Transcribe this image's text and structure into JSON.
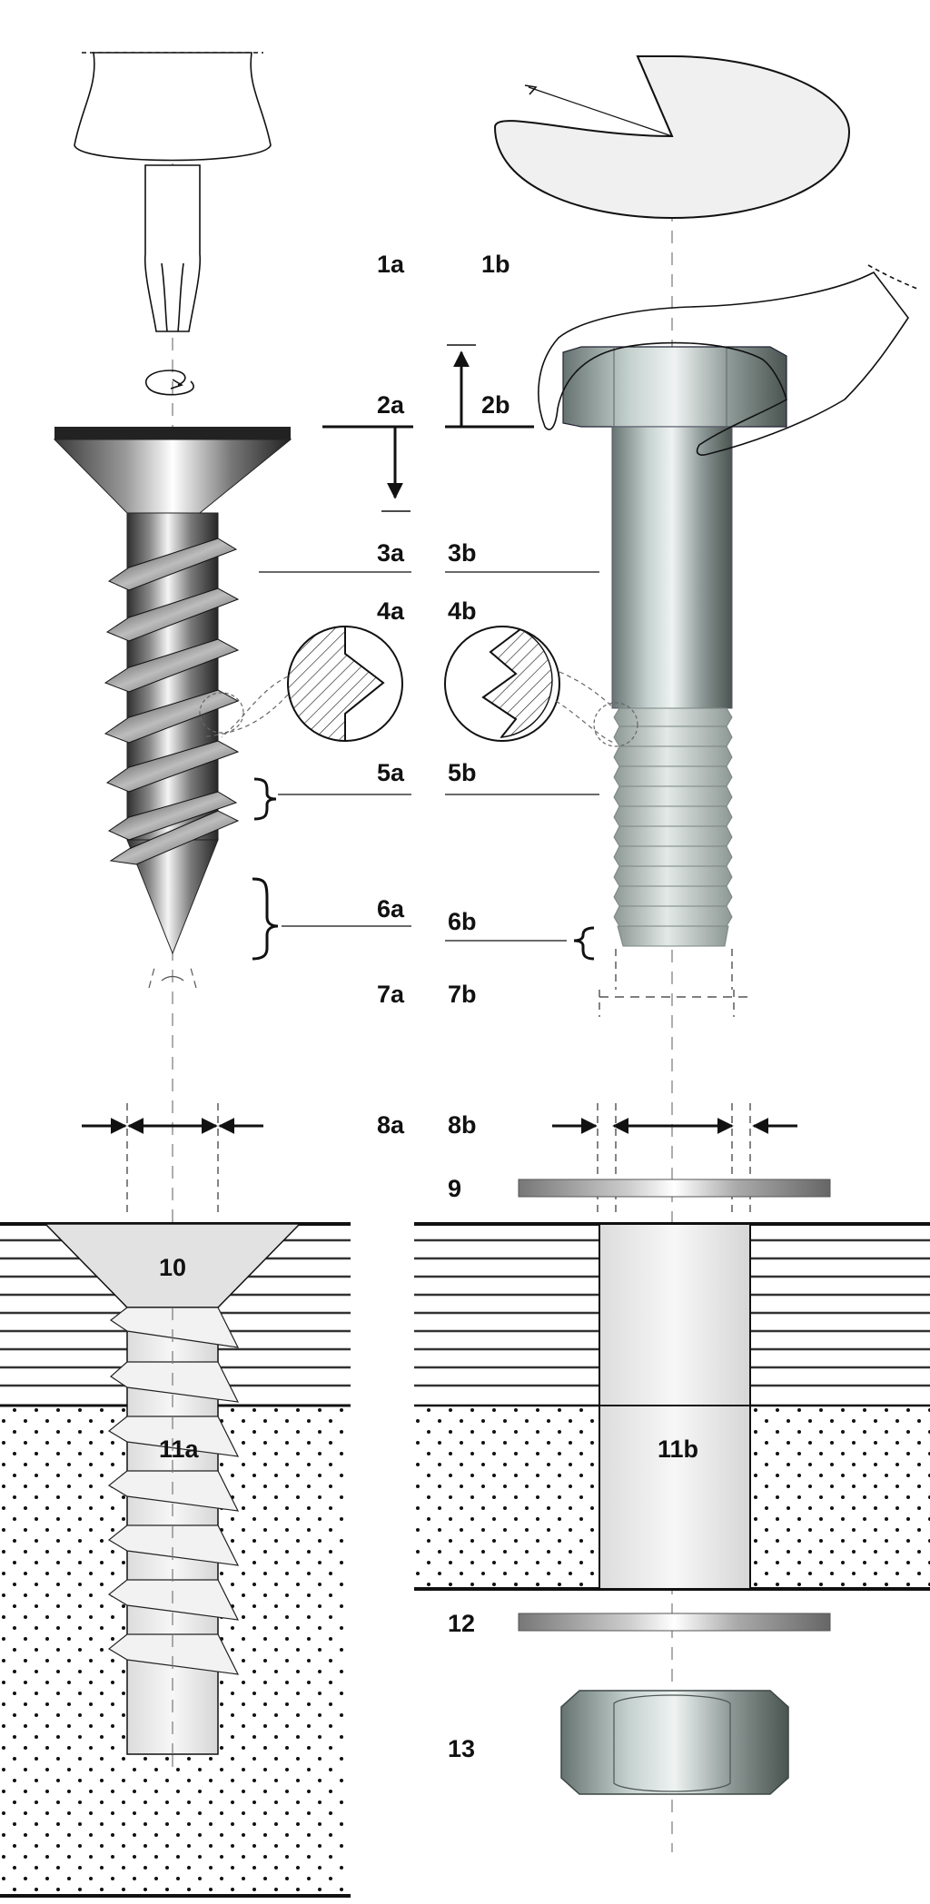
{
  "labels": {
    "l1a": "1a",
    "l1b": "1b",
    "l2a": "2a",
    "l2b": "2b",
    "l3a": "3a",
    "l3b": "3b",
    "l4a": "4a",
    "l4b": "4b",
    "l5a": "5a",
    "l5b": "5b",
    "l6a": "6a",
    "l6b": "6b",
    "l7a": "7a",
    "l7b": "7b",
    "l8a": "8a",
    "l8b": "8b",
    "l9": "9",
    "l10": "10",
    "l11a": "11a",
    "l11b": "11b",
    "l12": "12",
    "l13": "13"
  },
  "colors": {
    "line": "#111111",
    "wood_line": "#333333",
    "metal_dark": "#3a3a3a",
    "metal_light": "#f2f2f2",
    "steel_dark": "#5f6a66",
    "steel_light": "#e8eeec"
  },
  "icons": {
    "screwdriver": "screwdriver-icon",
    "wrench": "wrench-icon",
    "rotation": "rotation-arrow-icon"
  }
}
